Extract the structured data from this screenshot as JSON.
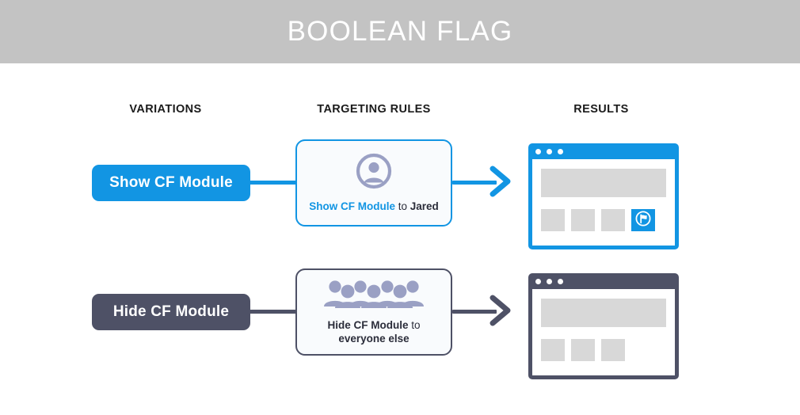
{
  "header": {
    "title": "BOOLEAN FLAG"
  },
  "columns": {
    "variations": "VARIATIONS",
    "targeting_rules": "TARGETING RULES",
    "results": "RESULTS"
  },
  "colors": {
    "header_background": "#c3c3c3",
    "accent_blue": "#1295e3",
    "accent_dark": "#4e5166",
    "card_background": "#f9fbfd",
    "person_icon": "#9aa0c4",
    "placeholder_gray": "#d8d8d8"
  },
  "rows": [
    {
      "variation_label": "Show CF Module",
      "variation_style": "blue",
      "rule": {
        "icon": "single-person-icon",
        "flag_text": "Show CF Module",
        "connector_text": " to ",
        "audience_text": "Jared"
      },
      "result": {
        "window_style": "blue",
        "titlebar_dots": 3,
        "tiles": [
          "gray",
          "gray",
          "gray",
          "feature"
        ],
        "feature_icon": "cf-module-flag-icon"
      },
      "arrow_style": "blue"
    },
    {
      "variation_label": "Hide CF Module",
      "variation_style": "dark",
      "rule": {
        "icon": "crowd-of-people-icon",
        "flag_text": "Hide CF Module",
        "connector_text": " to ",
        "audience_text": "everyone else"
      },
      "result": {
        "window_style": "dark",
        "titlebar_dots": 3,
        "tiles": [
          "gray",
          "gray",
          "gray"
        ],
        "feature_icon": null
      },
      "arrow_style": "dark"
    }
  ]
}
